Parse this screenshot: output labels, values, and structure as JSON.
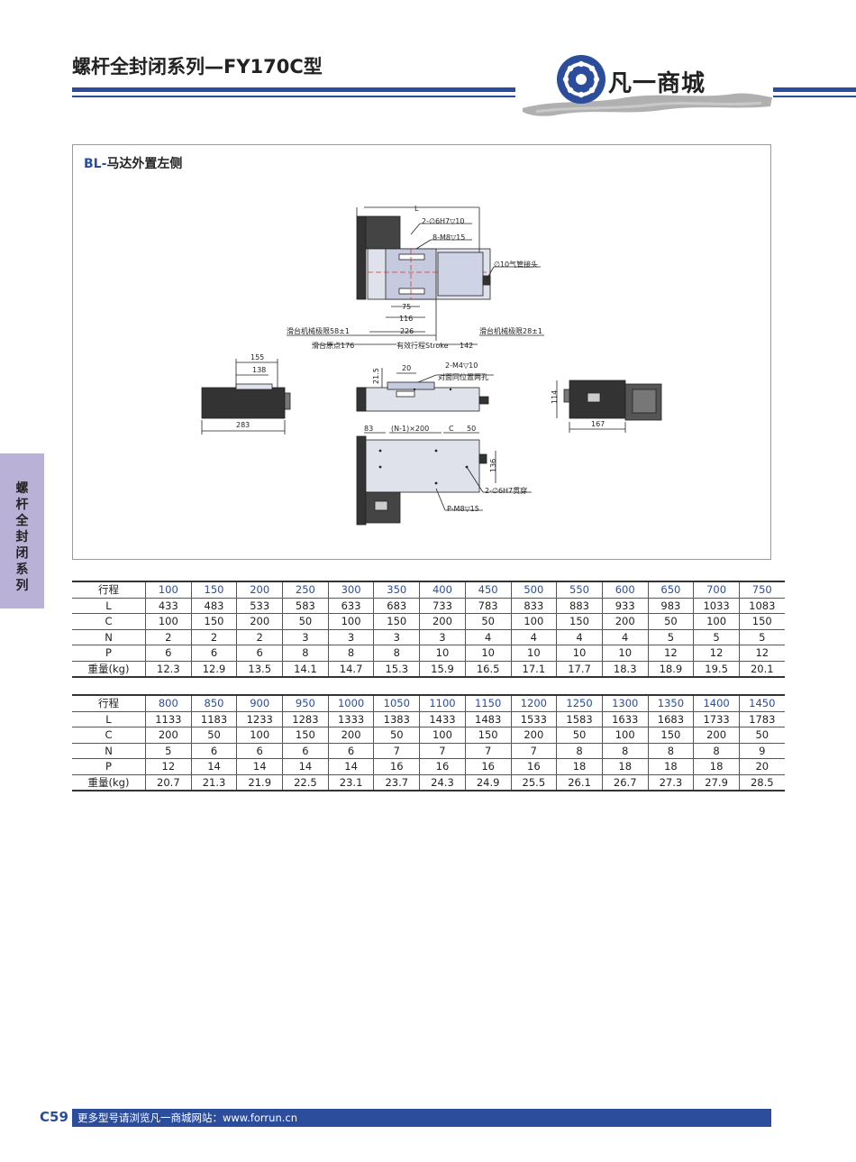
{
  "header": {
    "title": "螺杆全封闭系列—FY170C型",
    "logo_text": "凡一商城"
  },
  "side_tab": {
    "label": "螺\n杆\n全\n封\n闭\n系\n列"
  },
  "drawing": {
    "title_prefix": "BL-",
    "title_text": "马达外置左侧",
    "labels": {
      "L": "L",
      "hole1": "2-∅6H7▽10",
      "hole2": "8-M8▽15",
      "air": "∅10气管接头",
      "d75": "75",
      "d116": "116",
      "d226": "226",
      "limit_left": "滑台机械极限58±1",
      "limit_right": "滑台机械极限28±1",
      "origin": "滑台原点176",
      "stroke": "有效行程Stroke",
      "d142": "142",
      "d155": "155",
      "d138": "138",
      "d283": "283",
      "d21_5": "21.5",
      "d20": "20",
      "m4": "2-M4▽10",
      "opposite": "对面同位置两孔",
      "d114": "114",
      "d167": "167",
      "d83": "83",
      "pitch": "(N-1)×200",
      "C": "C",
      "d50": "50",
      "d136": "136",
      "through": "2-∅6H7贯穿",
      "pm8": "P-M8▽15"
    }
  },
  "table1": {
    "rows": [
      {
        "label": "行程",
        "values": [
          "100",
          "150",
          "200",
          "250",
          "300",
          "350",
          "400",
          "450",
          "500",
          "550",
          "600",
          "650",
          "700",
          "750"
        ]
      },
      {
        "label": "L",
        "values": [
          "433",
          "483",
          "533",
          "583",
          "633",
          "683",
          "733",
          "783",
          "833",
          "883",
          "933",
          "983",
          "1033",
          "1083"
        ]
      },
      {
        "label": "C",
        "values": [
          "100",
          "150",
          "200",
          "50",
          "100",
          "150",
          "200",
          "50",
          "100",
          "150",
          "200",
          "50",
          "100",
          "150"
        ]
      },
      {
        "label": "N",
        "values": [
          "2",
          "2",
          "2",
          "3",
          "3",
          "3",
          "3",
          "4",
          "4",
          "4",
          "4",
          "5",
          "5",
          "5"
        ]
      },
      {
        "label": "P",
        "values": [
          "6",
          "6",
          "6",
          "8",
          "8",
          "8",
          "10",
          "10",
          "10",
          "10",
          "10",
          "12",
          "12",
          "12"
        ]
      },
      {
        "label": "重量(kg)",
        "values": [
          "12.3",
          "12.9",
          "13.5",
          "14.1",
          "14.7",
          "15.3",
          "15.9",
          "16.5",
          "17.1",
          "17.7",
          "18.3",
          "18.9",
          "19.5",
          "20.1"
        ]
      }
    ]
  },
  "table2": {
    "rows": [
      {
        "label": "行程",
        "values": [
          "800",
          "850",
          "900",
          "950",
          "1000",
          "1050",
          "1100",
          "1150",
          "1200",
          "1250",
          "1300",
          "1350",
          "1400",
          "1450"
        ]
      },
      {
        "label": "L",
        "values": [
          "1133",
          "1183",
          "1233",
          "1283",
          "1333",
          "1383",
          "1433",
          "1483",
          "1533",
          "1583",
          "1633",
          "1683",
          "1733",
          "1783"
        ]
      },
      {
        "label": "C",
        "values": [
          "200",
          "50",
          "100",
          "150",
          "200",
          "50",
          "100",
          "150",
          "200",
          "50",
          "100",
          "150",
          "200",
          "50"
        ]
      },
      {
        "label": "N",
        "values": [
          "5",
          "6",
          "6",
          "6",
          "6",
          "7",
          "7",
          "7",
          "7",
          "8",
          "8",
          "8",
          "8",
          "9"
        ]
      },
      {
        "label": "P",
        "values": [
          "12",
          "14",
          "14",
          "14",
          "14",
          "16",
          "16",
          "16",
          "16",
          "18",
          "18",
          "18",
          "18",
          "20"
        ]
      },
      {
        "label": "重量(kg)",
        "values": [
          "20.7",
          "21.3",
          "21.9",
          "22.5",
          "23.1",
          "23.7",
          "24.3",
          "24.9",
          "25.5",
          "26.1",
          "26.7",
          "27.3",
          "27.9",
          "28.5"
        ]
      }
    ]
  },
  "footer": {
    "page_number": "C59",
    "text": "更多型号请浏览凡一商城网站：www.forrun.cn"
  },
  "colors": {
    "brand_blue": "#2b4d9c",
    "side_tab": "#b9b2d6"
  }
}
